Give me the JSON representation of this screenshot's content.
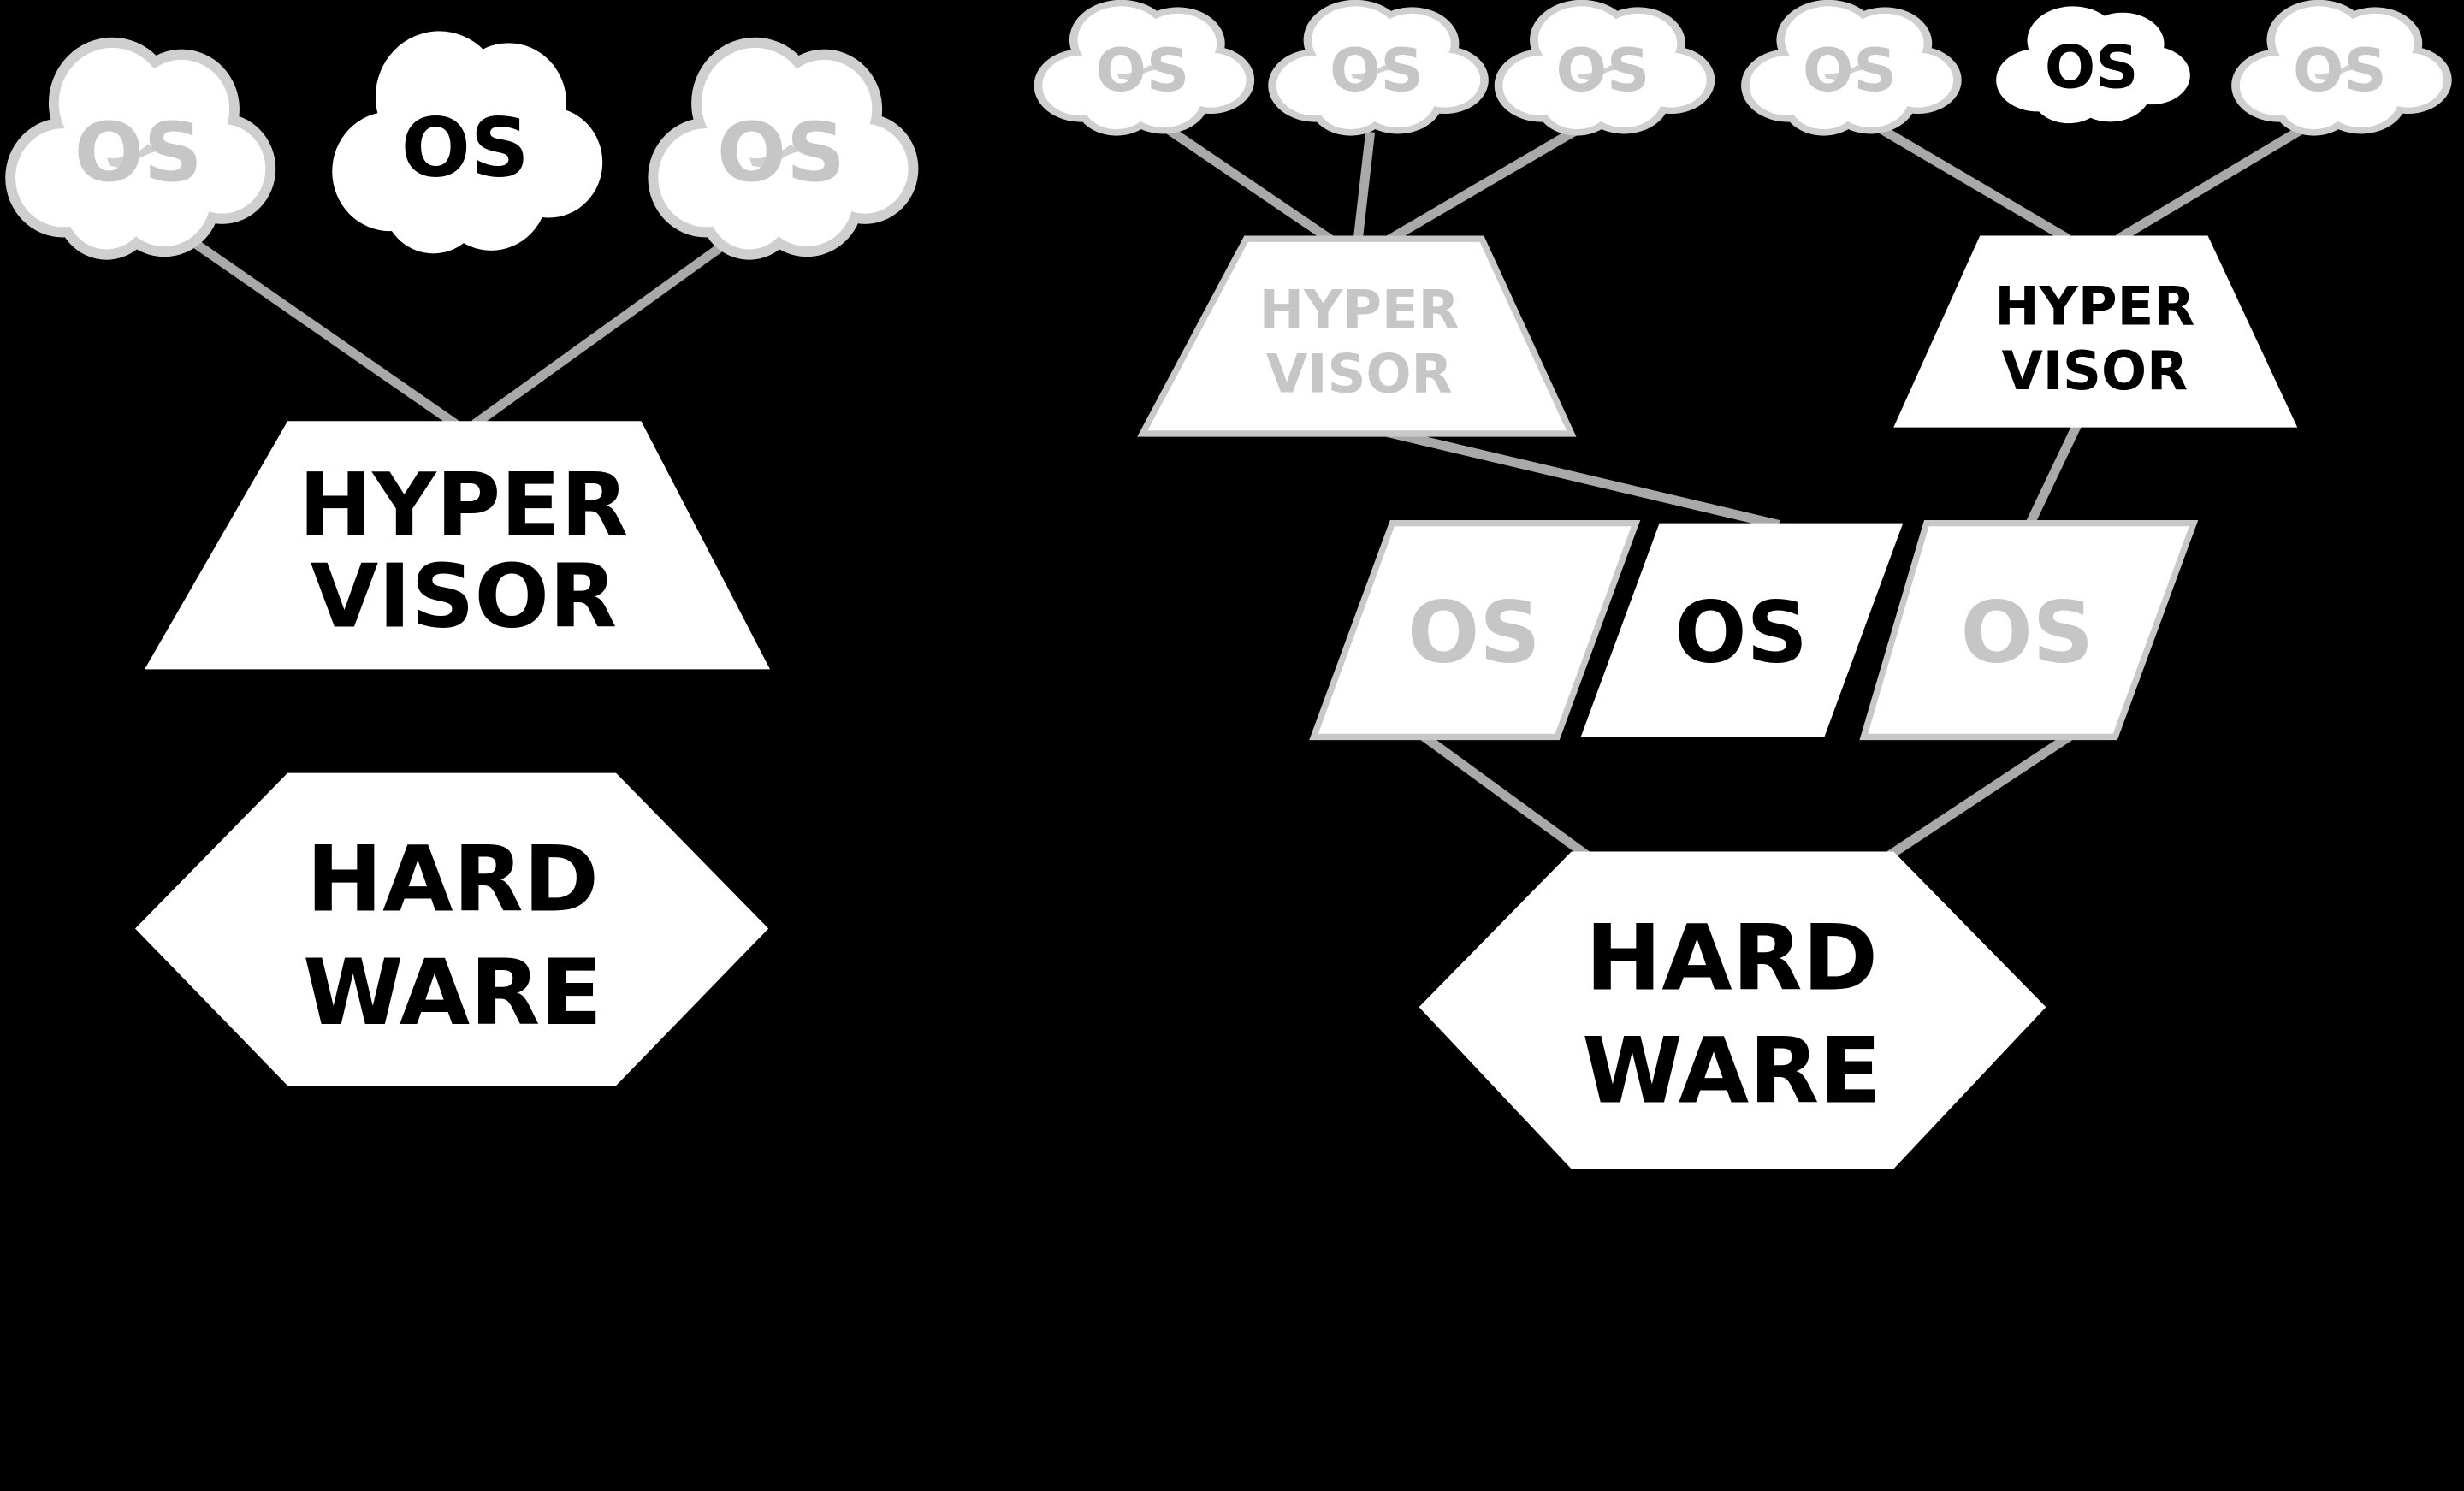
{
  "palette": {
    "background": "#000000",
    "shape_fill": "#ffffff",
    "muted_text": "#c6c6c6",
    "outline_gray": "#cfcfcf",
    "connector_gray": "#a9a9a9",
    "dark_text": "#000000"
  },
  "left_diagram": {
    "clouds": [
      {
        "label": "OS",
        "text_color": "#c6c6c6"
      },
      {
        "label": "OS",
        "text_color": "#000000"
      },
      {
        "label": "OS",
        "text_color": "#c6c6c6"
      }
    ],
    "hypervisor": {
      "line1": "HYPER",
      "line2": "VISOR",
      "text_color": "#000000"
    },
    "hardware": {
      "line1": "HARD",
      "line2": "WARE",
      "text_color": "#000000"
    }
  },
  "right_diagram": {
    "clouds": [
      {
        "label": "OS",
        "text_color": "#c6c6c6"
      },
      {
        "label": "OS",
        "text_color": "#c6c6c6"
      },
      {
        "label": "OS",
        "text_color": "#c6c6c6"
      },
      {
        "label": "OS",
        "text_color": "#c6c6c6"
      },
      {
        "label": "OS",
        "text_color": "#000000"
      },
      {
        "label": "OS",
        "text_color": "#c6c6c6"
      }
    ],
    "hypervisors": [
      {
        "line1": "HYPER",
        "line2": "VISOR",
        "text_color": "#c6c6c6"
      },
      {
        "line1": "HYPER",
        "line2": "VISOR",
        "text_color": "#000000"
      }
    ],
    "host_os": [
      {
        "label": "OS",
        "text_color": "#c6c6c6"
      },
      {
        "label": "OS",
        "text_color": "#000000"
      },
      {
        "label": "OS",
        "text_color": "#c6c6c6"
      }
    ],
    "hardware": {
      "line1": "HARD",
      "line2": "WARE",
      "text_color": "#000000"
    }
  }
}
